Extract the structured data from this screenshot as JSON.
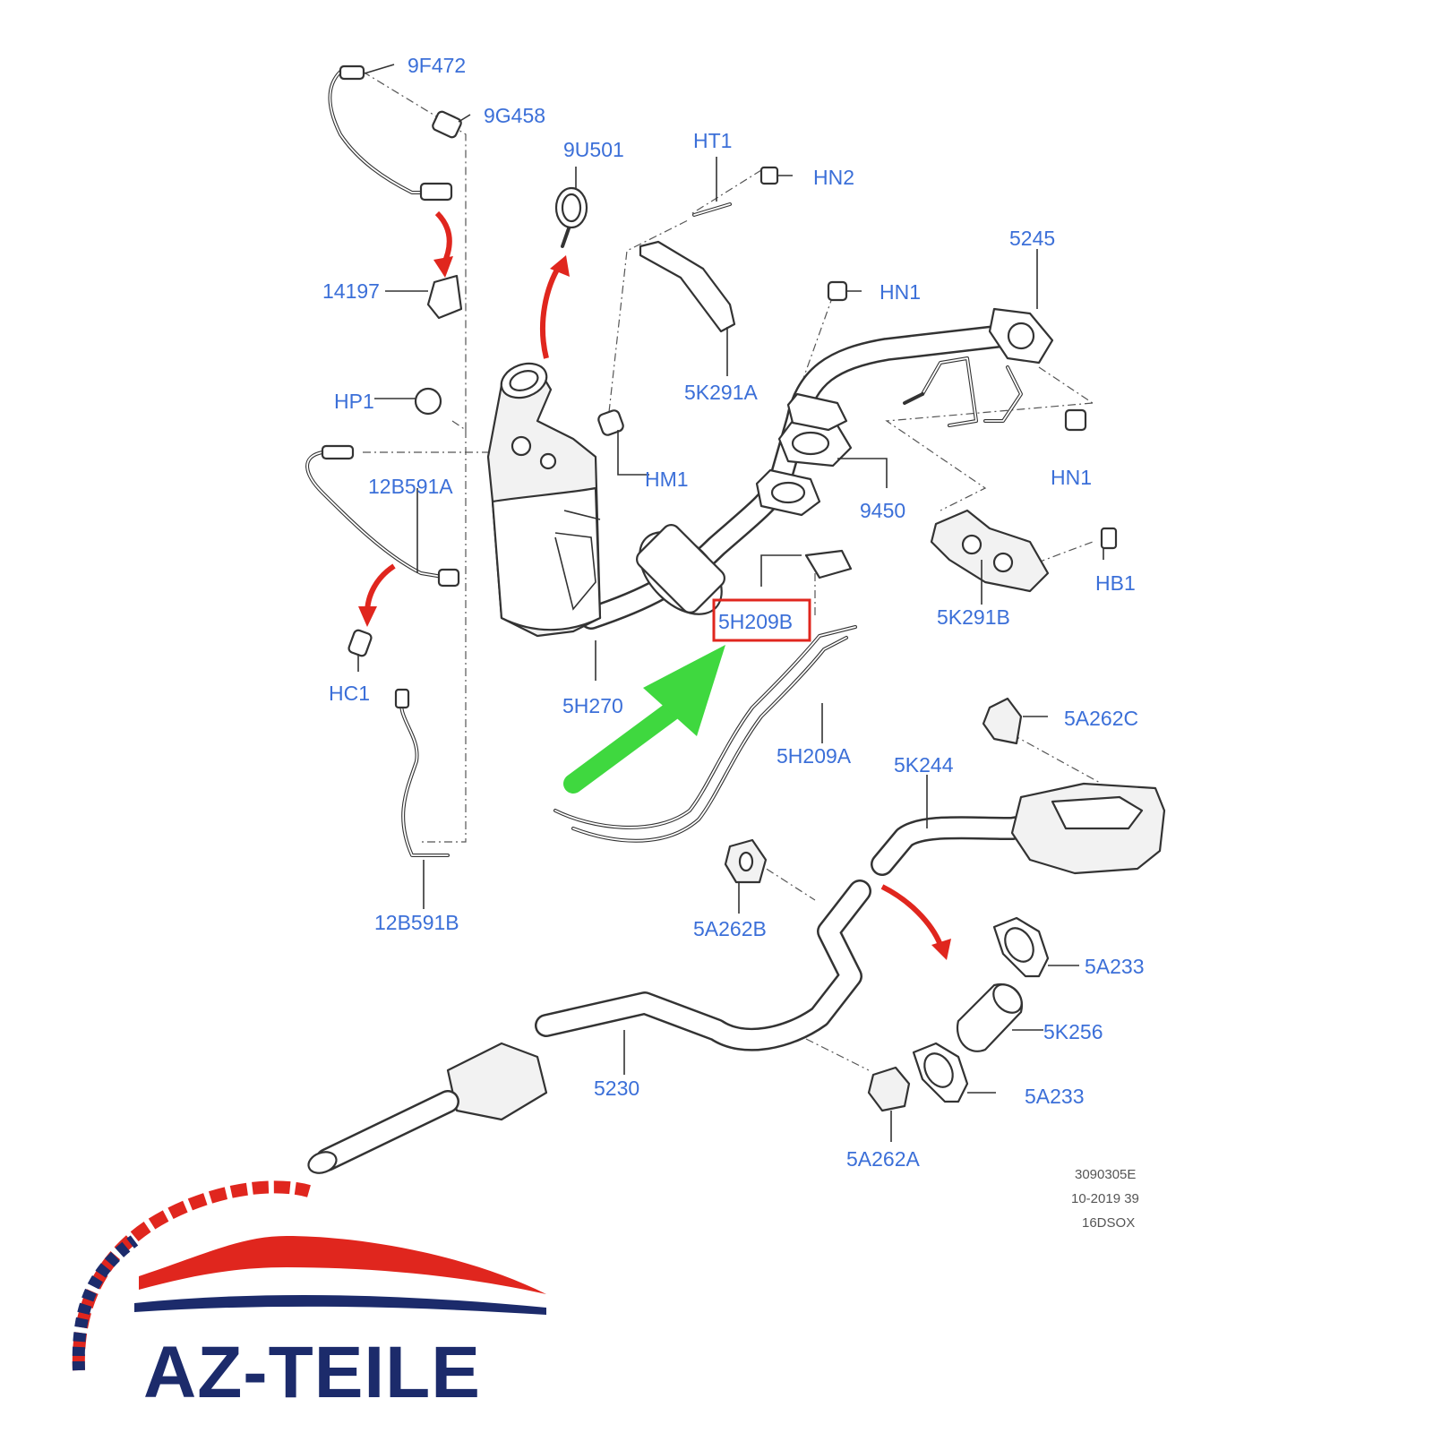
{
  "labels": {
    "p9F472": "9F472",
    "p9G458": "9G458",
    "p9U501": "9U501",
    "pHT1": "HT1",
    "pHN2": "HN2",
    "p14197": "14197",
    "p5245": "5245",
    "pHN1a": "HN1",
    "pHN1b": "HN1",
    "p5K291A": "5K291A",
    "pHP1": "HP1",
    "pHM1": "HM1",
    "p12B591A": "12B591A",
    "p9450": "9450",
    "pHB1": "HB1",
    "p5K291B": "5K291B",
    "p5H209B": "5H209B",
    "pHC1": "HC1",
    "p5H270": "5H270",
    "p5H209A": "5H209A",
    "p5A262C": "5A262C",
    "p5K244": "5K244",
    "p12B591B": "12B591B",
    "p5A262B": "5A262B",
    "p5A233a": "5A233",
    "p5K256": "5K256",
    "p5230": "5230",
    "p5A233b": "5A233",
    "p5A262A": "5A262A"
  },
  "reference": {
    "line1": "3090305E",
    "line2": "10-2019 39",
    "line3": "16DSOX"
  },
  "highlight": {
    "part": "5H209B",
    "box_color": "#e0261e",
    "arrow_color": "#3fd83f"
  },
  "logo": {
    "text": "AZ-TEILE",
    "red": "#e0261e",
    "blue": "#1c2b6b"
  },
  "colors": {
    "label": "#3b6fd8",
    "red_arrow": "#e0261e"
  }
}
